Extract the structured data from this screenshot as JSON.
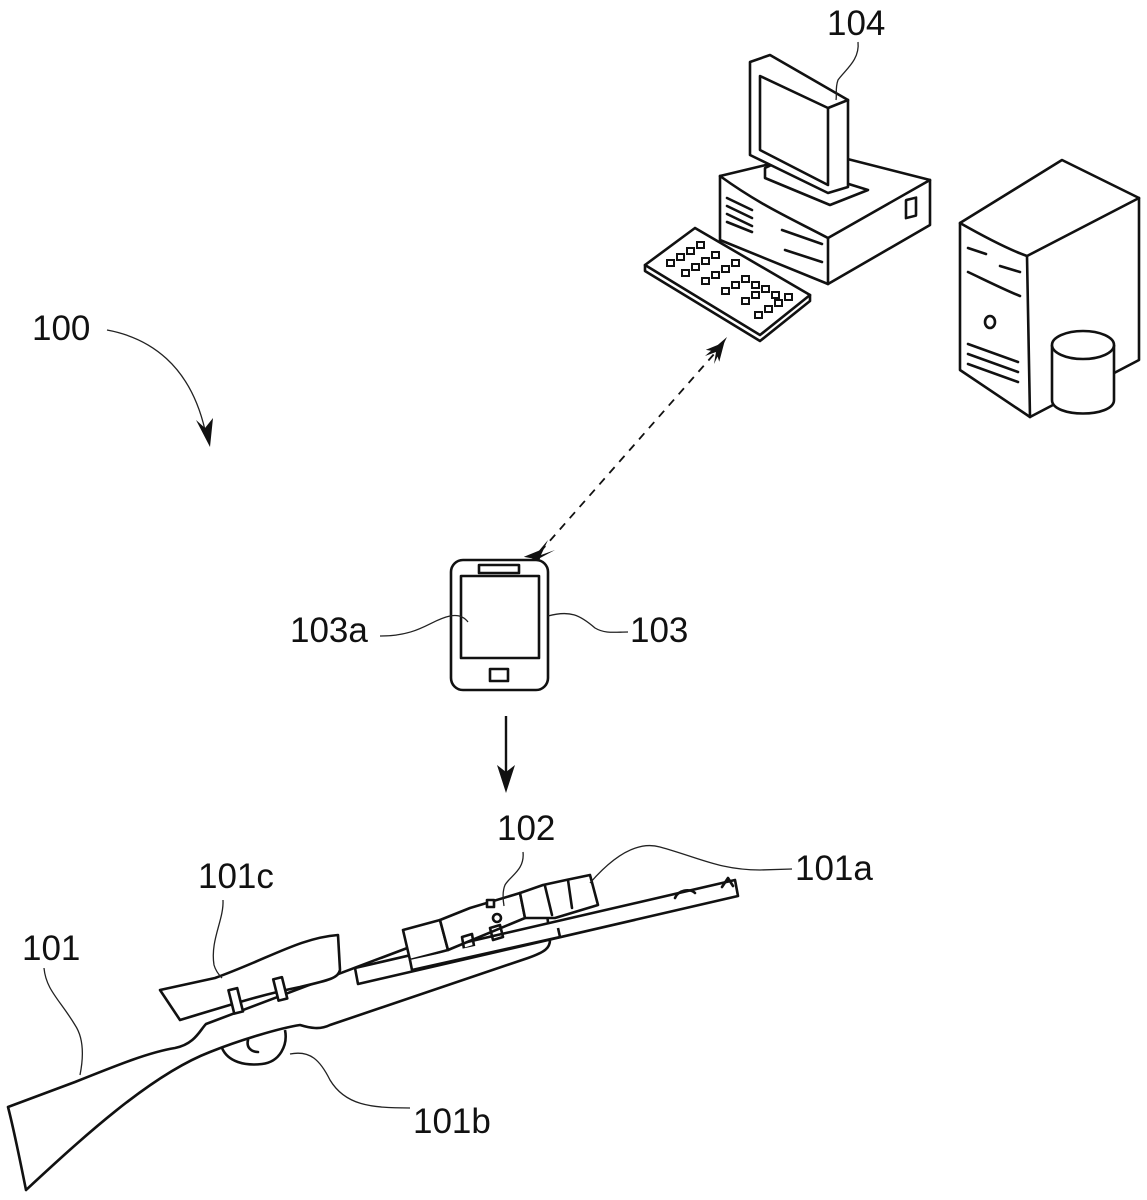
{
  "figure": {
    "labels": {
      "system": "100",
      "firearm": "101",
      "scope_mount": "101a",
      "trigger": "101b",
      "scope": "101c",
      "sensor_device": "102",
      "mobile_terminal": "103",
      "mobile_display": "103a",
      "server": "104"
    },
    "connections": [
      {
        "from": "103",
        "to": "104",
        "style": "dashed",
        "direction": "bidirectional"
      },
      {
        "from": "103",
        "to": "102",
        "style": "solid",
        "direction": "one-way"
      }
    ]
  }
}
